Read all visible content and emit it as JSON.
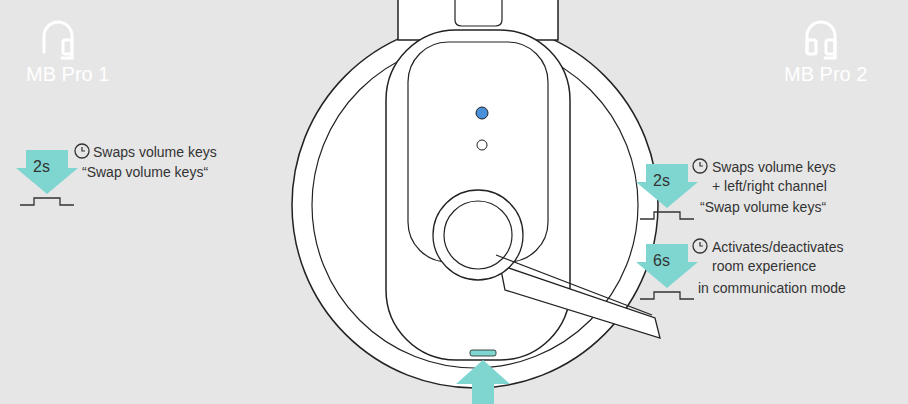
{
  "diagram": {
    "labels": [
      "MB Pro 1",
      "MB Pro 2",
      "2s",
      "Swaps volume keys",
      "“Swap volume keys“",
      "2s",
      "Swaps volume keys",
      "+ left/right channel",
      "“Swap volume keys“",
      "6s",
      "Activates/deactivates",
      "room experience",
      "in communication mode"
    ]
  }
}
